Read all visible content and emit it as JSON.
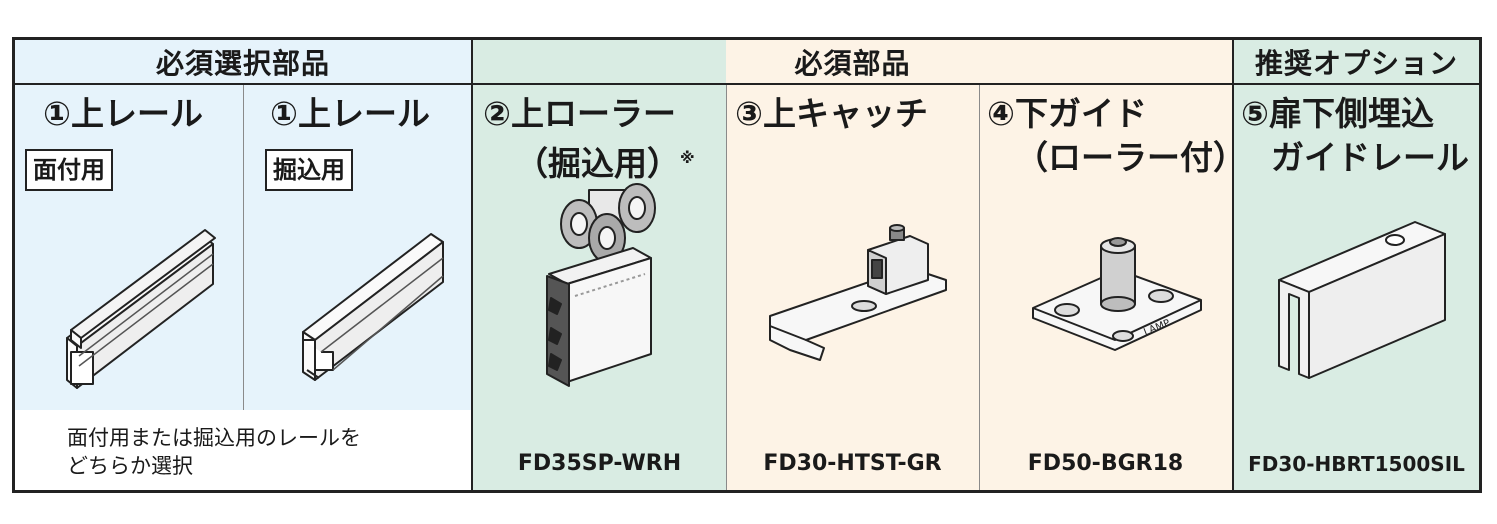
{
  "headers": {
    "group1": "必須選択部品",
    "group2": "必須部品",
    "group3": "推奨オプション"
  },
  "parts": {
    "p1a": {
      "title": "①上レール",
      "tag": "面付用"
    },
    "p1b": {
      "title": "①上レール",
      "tag": "掘込用"
    },
    "p2": {
      "title": "②上ローラー",
      "sub": "（掘込用）",
      "mark": "※",
      "code": "FD35SP-WRH"
    },
    "p3": {
      "title": "③上キャッチ",
      "code": "FD30-HTST-GR"
    },
    "p4": {
      "title": "④下ガイド",
      "sub": "（ローラー付）",
      "code": "FD50-BGR18",
      "logo": "LAMP"
    },
    "p5": {
      "title": "⑤扉下側埋込",
      "sub": "ガイドレール",
      "code": "FD30-HBRT1500SIL"
    }
  },
  "rail_note": {
    "line1": "面付用または掘込用のレールを",
    "line2": "どちらか選択"
  },
  "colors": {
    "blue_bg": "#e6f3fb",
    "cream_bg": "#fdf3e6",
    "green_bg": "#d9ece3",
    "border": "#222222"
  }
}
